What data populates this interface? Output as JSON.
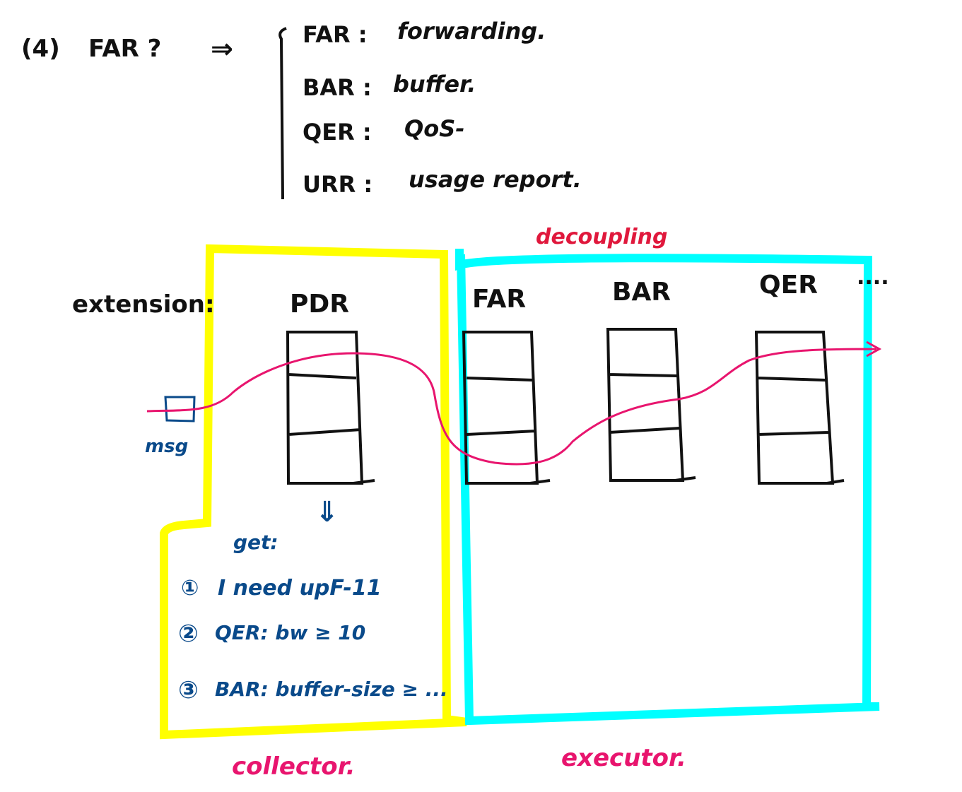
{
  "header": {
    "index": "(4)",
    "topic": "FAR ?",
    "arrow": "⇒"
  },
  "definitions": [
    {
      "key": "FAR :",
      "value": "forwarding."
    },
    {
      "key": "BAR :",
      "value": "buffer."
    },
    {
      "key": "QER :",
      "value": "QoS-"
    },
    {
      "key": "URR :",
      "value": "usage report."
    }
  ],
  "diagram": {
    "decoupling_label": "decoupling",
    "extension_label": "extension:",
    "msg_label": "msg",
    "tables": [
      "PDR",
      "FAR",
      "BAR",
      "QER"
    ],
    "ellipsis": "....",
    "down_arrow": "⇓",
    "get_label": "get:",
    "get_items": [
      {
        "num": "①",
        "text": "I need upF-11"
      },
      {
        "num": "②",
        "text": "QER: bw ≥ 10"
      },
      {
        "num": "③",
        "text": "BAR: buffer-size ≥ ..."
      }
    ],
    "collector_label": "collector.",
    "executor_label": "executor.",
    "colors": {
      "collector": "#ffff00",
      "executor": "#00ffff",
      "flow": "#e8156e",
      "notes": "#0a4a8a",
      "ink": "#111111"
    }
  }
}
